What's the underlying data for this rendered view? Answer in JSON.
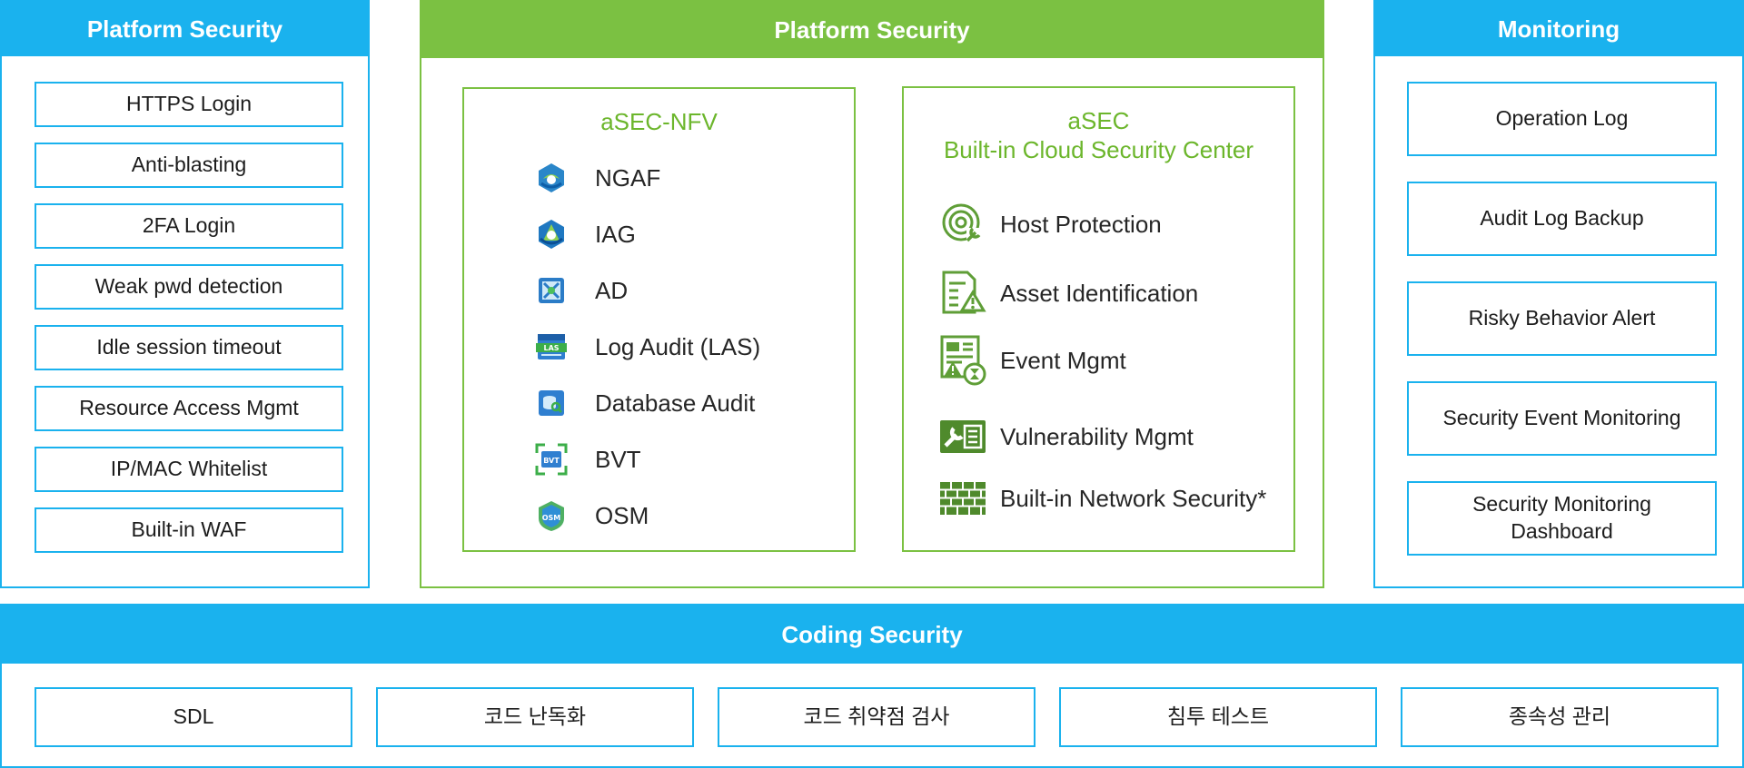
{
  "left_panel": {
    "title": "Platform Security",
    "items": [
      "HTTPS Login",
      "Anti-blasting",
      "2FA Login",
      "Weak pwd detection",
      "Idle session timeout",
      "Resource Access Mgmt",
      "IP/MAC Whitelist",
      "Built-in WAF"
    ]
  },
  "center_panel": {
    "title": "Platform Security",
    "nfv": {
      "title": "aSEC-NFV",
      "products": [
        "NGAF",
        "IAG",
        "AD",
        "Log Audit (LAS)",
        "Database Audit",
        "BVT",
        "OSM"
      ],
      "icons": [
        "ngaf-icon",
        "iag-icon",
        "ad-icon",
        "las-icon",
        "database-audit-icon",
        "bvt-icon",
        "osm-icon"
      ]
    },
    "cloud": {
      "title_line1": "aSEC",
      "title_line2": "Built-in Cloud Security Center",
      "services": [
        "Host Protection",
        "Asset Identification",
        "Event Mgmt",
        "Vulnerability Mgmt",
        "Built-in Network Security*"
      ],
      "icons": [
        "host-protection-icon",
        "asset-identification-icon",
        "event-mgmt-icon",
        "vulnerability-mgmt-icon",
        "firewall-icon"
      ]
    }
  },
  "right_panel": {
    "title": "Monitoring",
    "items": [
      "Operation Log",
      "Audit Log Backup",
      "Risky Behavior Alert",
      "Security Event Monitoring",
      "Security Monitoring",
      "Dashboard"
    ]
  },
  "bottom_panel": {
    "title": "Coding Security",
    "items": [
      "SDL",
      "코드 난독화",
      "코드 취약점 검사",
      "침투 테스트",
      "종속성 관리"
    ]
  },
  "colors": {
    "blue": "#1ab2ee",
    "green": "#7bc142",
    "green_text": "#6cb62c"
  }
}
